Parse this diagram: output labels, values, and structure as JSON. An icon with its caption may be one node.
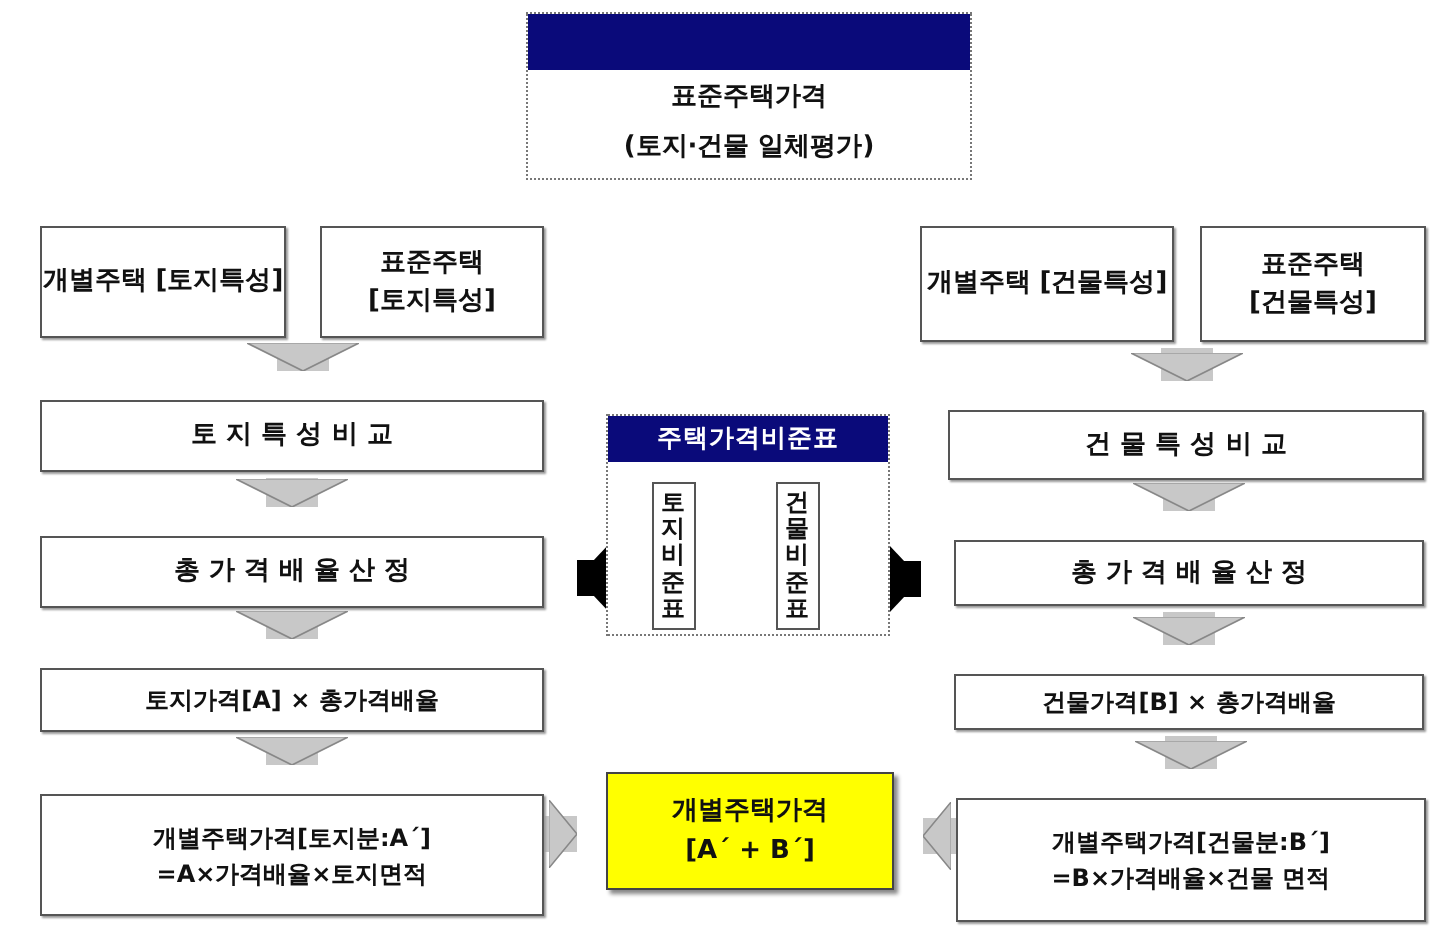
{
  "diagram": {
    "nodes": [
      {
        "text": [
          "표준주택가격",
          "(토지·건물 일체평가)"
        ]
      },
      {
        "text": [
          "개별주택 [토지특성]"
        ]
      },
      {
        "text": [
          "표준주택 [토지특성]"
        ]
      },
      {
        "text": [
          "토 지 특 성 비 교"
        ]
      },
      {
        "text": [
          "총 가 격 배 율 산 정"
        ]
      },
      {
        "text": [
          "토지가격[A] × 총가격배율"
        ]
      },
      {
        "text": [
          "개별주택가격[토지분:A´]",
          "=A×가격배율×토지면적"
        ]
      },
      {
        "text": [
          "주택가격비준표"
        ]
      },
      {
        "text": [
          "토지비준표"
        ],
        "in": 7
      },
      {
        "text": [
          "건물비준표"
        ],
        "in": 7
      },
      {
        "text": [
          "개별주택 [건물특성]"
        ]
      },
      {
        "text": [
          "표준주택 [건물특성]"
        ]
      },
      {
        "text": [
          "건 물 특 성 비 교"
        ]
      },
      {
        "text": [
          "총 가 격 배 율 산 정"
        ]
      },
      {
        "text": [
          "건물가격[B] × 총가격배율"
        ]
      },
      {
        "text": [
          "개별주택가격[건물분:B´]",
          "=B×가격배율×건물 면적"
        ]
      },
      {
        "text": [
          "개별주택가격",
          "[A´ + B´]"
        ]
      }
    ],
    "edges": [
      {
        "from": 1,
        "to": 3,
        "arrow": "to"
      },
      {
        "from": 2,
        "to": 3,
        "arrow": "to"
      },
      {
        "from": 3,
        "to": 4,
        "arrow": "to"
      },
      {
        "from": 4,
        "to": 5,
        "arrow": "to"
      },
      {
        "from": 5,
        "to": 6,
        "arrow": "to"
      },
      {
        "from": 10,
        "to": 12,
        "arrow": "to"
      },
      {
        "from": 11,
        "to": 12,
        "arrow": "to"
      },
      {
        "from": 12,
        "to": 13,
        "arrow": "to"
      },
      {
        "from": 13,
        "to": 14,
        "arrow": "to"
      },
      {
        "from": 14,
        "to": 15,
        "arrow": "to"
      },
      {
        "from": 8,
        "to": 4,
        "arrow": "to",
        "color": "#000000"
      },
      {
        "from": 9,
        "to": 13,
        "arrow": "to",
        "color": "#000000"
      },
      {
        "from": 6,
        "to": 16,
        "arrow": "to"
      },
      {
        "from": 15,
        "to": 16,
        "arrow": "to"
      }
    ]
  }
}
